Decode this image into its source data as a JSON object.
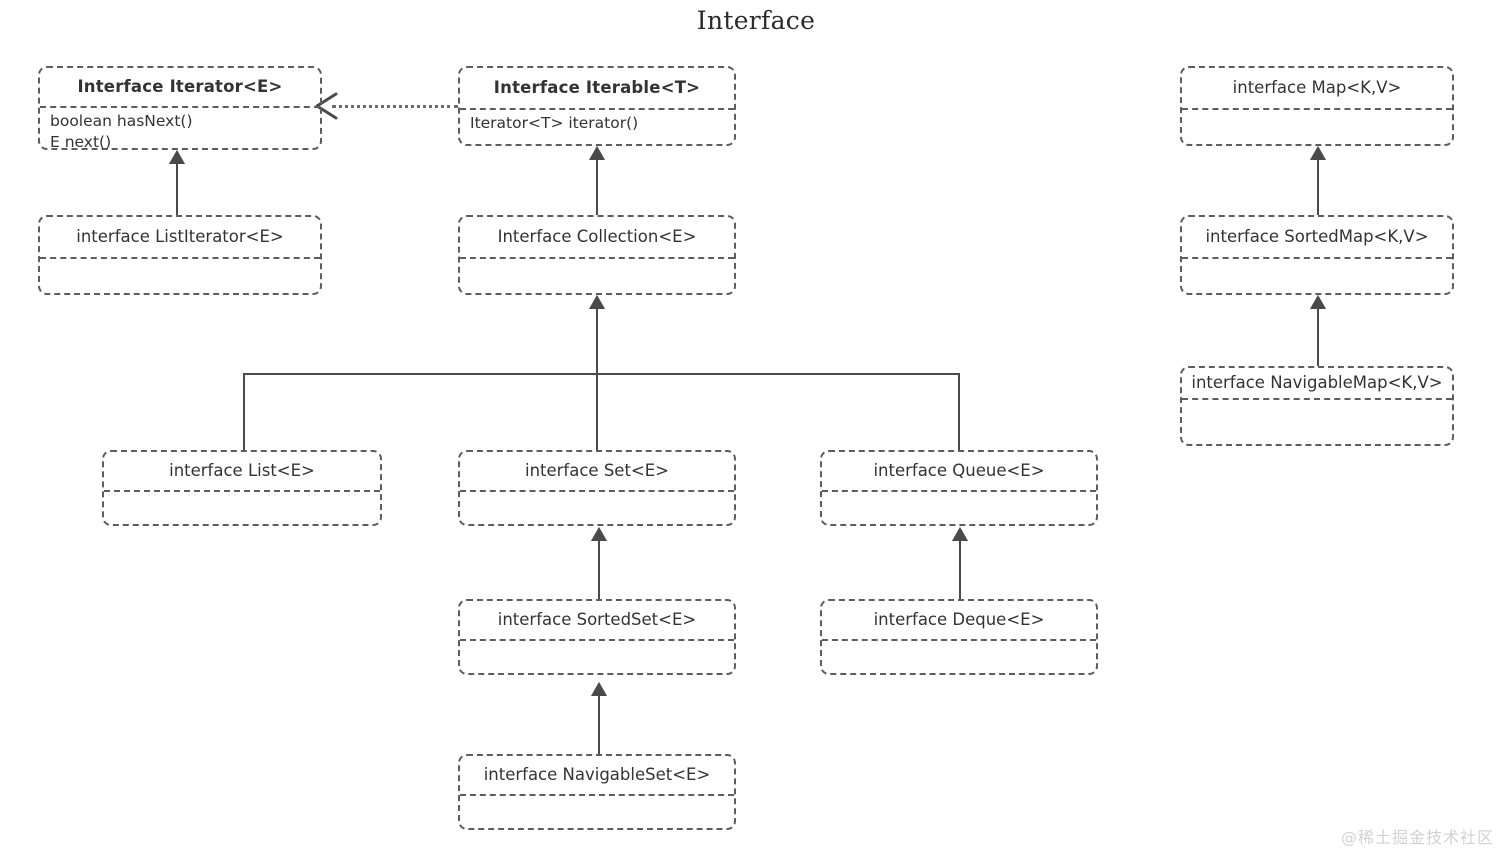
{
  "diagram": {
    "title": "Interface",
    "watermark": "@稀土掘金技术社区",
    "stroke_color": "#5d5d5d",
    "line_color": "#4a4a4a",
    "text_color": "#333333",
    "background": "#ffffff"
  },
  "boxes": {
    "iterator": {
      "title": "Interface Iterator<E>",
      "method1": "boolean hasNext()",
      "method2": "E next()"
    },
    "iterable": {
      "title": "Interface Iterable<T>",
      "method1": "Iterator<T> iterator()"
    },
    "map": {
      "title": "interface Map<K,V>"
    },
    "list_iterator": {
      "title": "interface ListIterator<E>"
    },
    "collection": {
      "title": "Interface Collection<E>"
    },
    "sorted_map": {
      "title": "interface SortedMap<K,V>"
    },
    "navigable_map": {
      "title": "interface NavigableMap<K,V>"
    },
    "list": {
      "title": "interface List<E>"
    },
    "set": {
      "title": "interface Set<E>"
    },
    "queue": {
      "title": "interface Queue<E>"
    },
    "sorted_set": {
      "title": "interface SortedSet<E>"
    },
    "deque": {
      "title": "interface Deque<E>"
    },
    "navigable_set": {
      "title": "interface NavigableSet<E>"
    }
  },
  "relationships": [
    {
      "from": "list_iterator",
      "to": "iterator",
      "type": "generalization"
    },
    {
      "from": "iterable",
      "to": "iterator",
      "type": "dependency"
    },
    {
      "from": "collection",
      "to": "iterable",
      "type": "generalization"
    },
    {
      "from": "list",
      "to": "collection",
      "type": "generalization"
    },
    {
      "from": "set",
      "to": "collection",
      "type": "generalization"
    },
    {
      "from": "queue",
      "to": "collection",
      "type": "generalization"
    },
    {
      "from": "sorted_set",
      "to": "set",
      "type": "generalization"
    },
    {
      "from": "navigable_set",
      "to": "sorted_set",
      "type": "generalization"
    },
    {
      "from": "deque",
      "to": "queue",
      "type": "generalization"
    },
    {
      "from": "sorted_map",
      "to": "map",
      "type": "generalization"
    },
    {
      "from": "navigable_map",
      "to": "sorted_map",
      "type": "generalization"
    }
  ]
}
